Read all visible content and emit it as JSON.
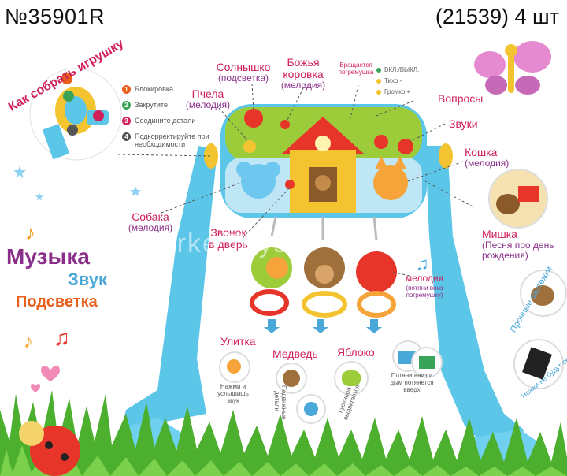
{
  "header": {
    "article": "№35901R",
    "quantity": "(21539) 4 шт"
  },
  "assembly": {
    "title": "Как собрать игрушку",
    "steps": [
      {
        "n": "1",
        "text": "Блокировка",
        "color": "#e8601c"
      },
      {
        "n": "2",
        "text": "Закрутите",
        "color": "#3aa35a"
      },
      {
        "n": "3",
        "text": "Соедините детали",
        "color": "#d01f5a"
      },
      {
        "n": "4",
        "text": "Подкорректируйте при необходимости",
        "color": "#555555"
      }
    ]
  },
  "labels": {
    "sun": "Солнышко",
    "sun_sub": "(подсветка)",
    "ladybug": "Божья коровка",
    "ladybug_sub": "(мелодия)",
    "rotating": "Вращается погремушка",
    "bee": "Пчела",
    "bee_sub": "(мелодия)",
    "questions": "Вопросы",
    "sounds": "Звуки",
    "cat": "Кошка",
    "cat_sub": "(мелодия)",
    "dog": "Собака",
    "dog_sub": "(мелодия)",
    "doorbell_1": "Звонок",
    "doorbell_2": "в дверь",
    "bear_toy": "Мишка",
    "bear_toy_sub": "(Песня про день рождения)",
    "melody": "мелодия",
    "melody_sub": "(потяни вниз погремушку)",
    "strong_clasps": "Прочные застежки",
    "snail": "Улитка",
    "bear": "Медведь",
    "apple": "Яблоко",
    "legs_fold": "Ножки не будут складываться"
  },
  "controls": [
    "ВКЛ./ВЫКЛ.",
    "Тихо -",
    "Громко +"
  ],
  "features": {
    "music": "Музыка",
    "sound": "Звук",
    "light": "Подсветка"
  },
  "notes": {
    "snail": "Нажми и услышишь звук",
    "bear": "Подвижные детали",
    "apple": "Гусеница выдвигается",
    "train": "Потяни вниз и дым потянется вверх"
  },
  "watermark": "Erke Toys",
  "colors": {
    "pink": "#d01f5a",
    "plum": "#8a2f8a",
    "blue": "#4aa8d8",
    "stand": "#5cc6e8",
    "panel_green": "#9ccc3a",
    "grass": "#4caf2e"
  }
}
